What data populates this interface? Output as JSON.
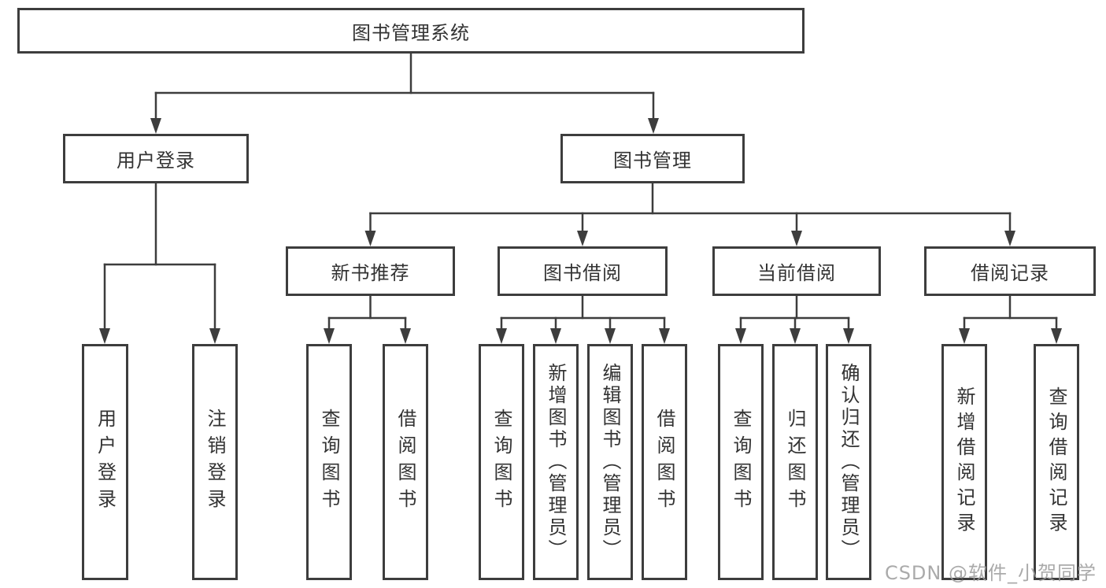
{
  "diagram": {
    "tree": {
      "label": "图书管理系统",
      "children": [
        {
          "label": "用户登录",
          "children": [
            {
              "label": "用户登录"
            },
            {
              "label": "注销登录"
            }
          ]
        },
        {
          "label": "图书管理",
          "children": [
            {
              "label": "新书推荐",
              "children": [
                {
                  "label": "查询图书"
                },
                {
                  "label": "借阅图书"
                }
              ]
            },
            {
              "label": "图书借阅",
              "children": [
                {
                  "label": "查询图书"
                },
                {
                  "label": "新增图书（管理员）"
                },
                {
                  "label": "编辑图书（管理员）"
                },
                {
                  "label": "借阅图书"
                }
              ]
            },
            {
              "label": "当前借阅",
              "children": [
                {
                  "label": "查询图书"
                },
                {
                  "label": "归还图书"
                },
                {
                  "label": "确认归还（管理员）"
                }
              ]
            },
            {
              "label": "借阅记录",
              "children": [
                {
                  "label": "新增借阅记录"
                },
                {
                  "label": "查询借阅记录"
                }
              ]
            }
          ]
        }
      ]
    }
  },
  "watermark": {
    "text": "CSDN @软件_小贺同学"
  },
  "colors": {
    "line": "#3d3d3d",
    "text": "#333333",
    "background": "#ffffff",
    "watermark": "#9b9b9b"
  }
}
